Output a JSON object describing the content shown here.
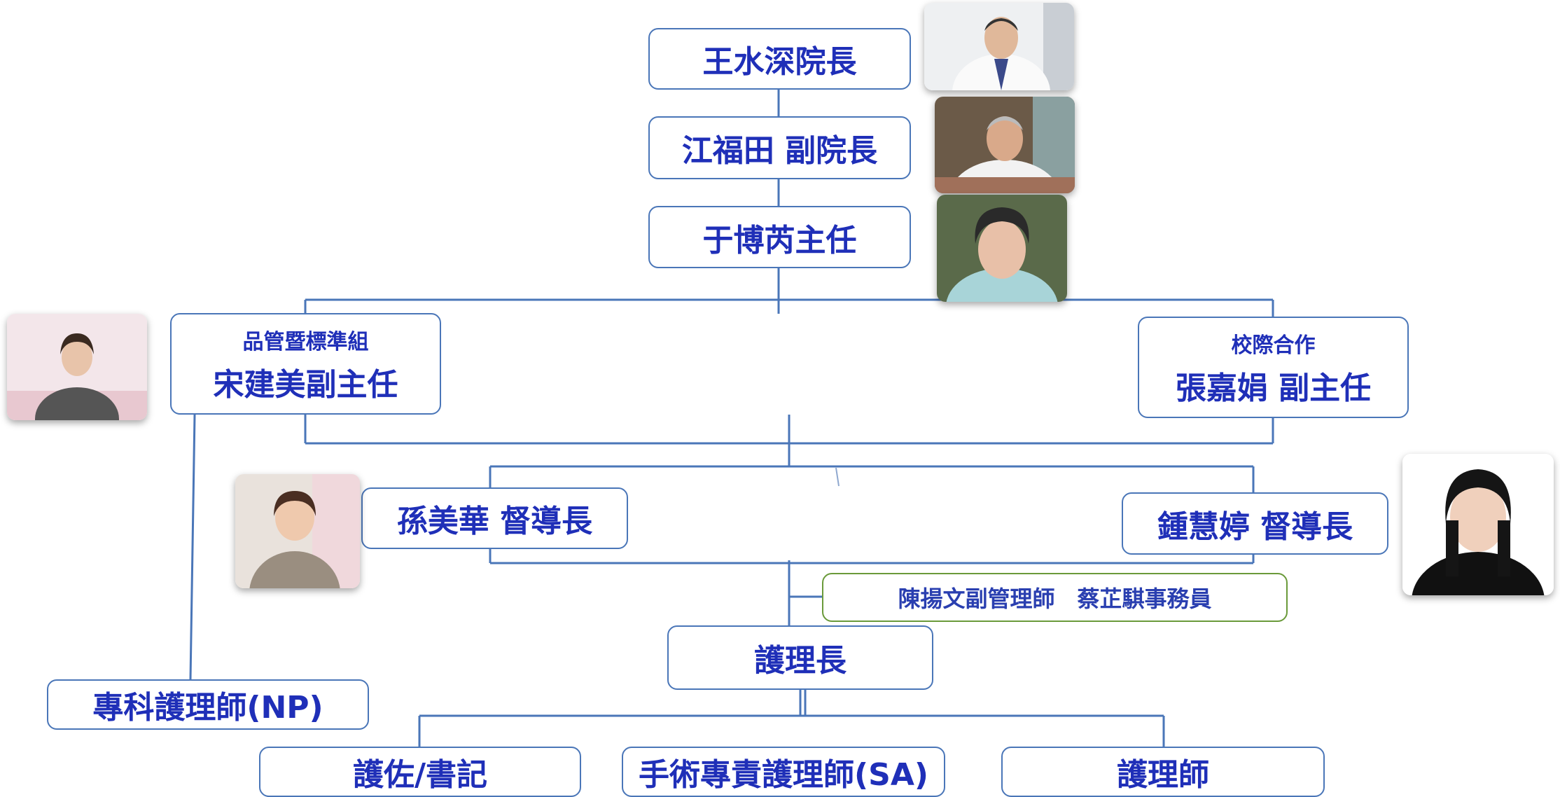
{
  "nodes": {
    "president": "王水深院長",
    "vice_president": "江福田 副院長",
    "director": "于博芮主任",
    "qa_group": {
      "unit": "品管暨標準組",
      "name": "宋建美副主任"
    },
    "collab": {
      "unit": "校際合作",
      "name": "張嘉娟 副主任"
    },
    "supervisor_1": "孫美華 督導長",
    "supervisor_2": "鍾慧婷 督導長",
    "staff": "陳揚文副管理師　蔡芷騏事務員",
    "head_nurse": "護理長",
    "np": "專科護理師(NP)",
    "aide": "護佐/書記",
    "sa": "手術專責護理師(SA)",
    "nurse": "護理師"
  },
  "colors": {
    "text": "#1f2fb8",
    "box_border": "#4a76b8",
    "staff_border": "#6a9a3a",
    "connector": "#4a76b8"
  }
}
